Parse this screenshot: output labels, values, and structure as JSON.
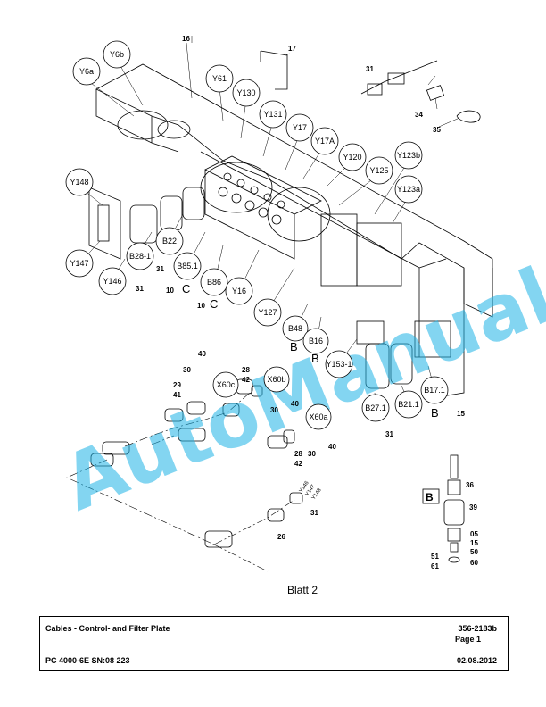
{
  "footer": {
    "title": "Cables - Control- and Filter Plate",
    "doc_number": "356-2183b",
    "page": "Page 1",
    "model": "PC 4000-6E SN:08 223",
    "date": "02.08.2012"
  },
  "sheet_label": "Blatt 2",
  "watermark": "AutoManual",
  "bubbles": {
    "Y6a": "Y6a",
    "Y6b": "Y6b",
    "Y61": "Y61",
    "Y130": "Y130",
    "Y131": "Y131",
    "Y17": "Y17",
    "Y17A": "Y17A",
    "Y120": "Y120",
    "Y125": "Y125",
    "Y123b": "Y123b",
    "Y123a": "Y123a",
    "Y148": "Y148",
    "Y147": "Y147",
    "Y146": "Y146",
    "B28_1": "B28-1",
    "B22": "B22",
    "B85_1": "B85.1",
    "B86": "B86",
    "Y16": "Y16",
    "Y127": "Y127",
    "B48": "B48",
    "B16": "B16",
    "Y153_1": "Y153-1",
    "B27_1": "B27.1",
    "B21_1": "B21.1",
    "B17_1": "B17.1",
    "X60c": "X60c",
    "X60b": "X60b",
    "X60a": "X60a"
  },
  "numbers": {
    "n16": "16",
    "n17": "17",
    "n31a": "31",
    "n34": "34",
    "n35": "35",
    "n31b": "31",
    "n31c": "31",
    "n10a": "10",
    "n10b": "10",
    "n15": "15",
    "n31d": "31",
    "n40a": "40",
    "n30a": "30",
    "n29": "29",
    "n41": "41",
    "n28a": "28",
    "n42a": "42",
    "n40b": "40",
    "n30b": "30",
    "n28b": "28",
    "n42b": "42",
    "n40c": "40",
    "n30c": "30",
    "n31e": "31",
    "n26": "26",
    "n36": "36",
    "n39": "39",
    "n05": "05",
    "n15b": "15",
    "n50": "50",
    "n60": "60",
    "n51": "51",
    "n61": "61"
  },
  "letters": {
    "c1": "C",
    "c2": "C",
    "b1": "B",
    "b2": "B",
    "b3": "B",
    "box_b": "B"
  },
  "cable_tags": {
    "y146": "Y146",
    "y147": "Y147",
    "y148": "Y148"
  }
}
